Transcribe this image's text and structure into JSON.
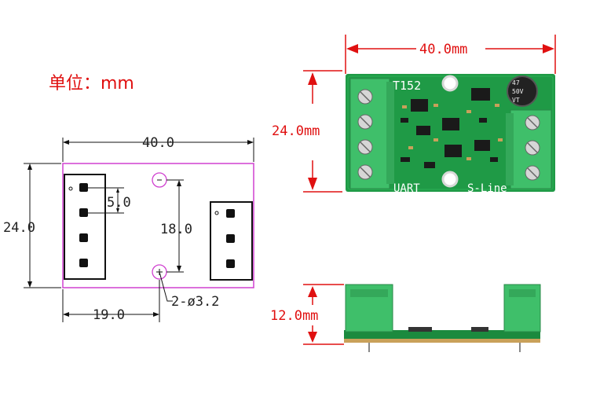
{
  "unit_label": "单位：mm",
  "drawing": {
    "width_dim": "40.0",
    "height_dim": "24.0",
    "pitch_dim": "5.0",
    "hole_spacing_dim": "18.0",
    "hole_offset_dim": "19.0",
    "hole_callout": "2-ø3.2"
  },
  "photo_top": {
    "width_dim": "40.0mm",
    "height_dim": "24.0mm",
    "board_label": "T152",
    "left_label": "UART",
    "right_label": "S-Line",
    "cap_lines": [
      "47",
      "50V",
      "VT"
    ]
  },
  "photo_side": {
    "height_dim": "12.0mm"
  },
  "colors": {
    "outline": "#d040d0",
    "dimension_red": "#e01010",
    "pcb_green": "#1f9a46",
    "terminal_green": "#3fbf6a"
  }
}
